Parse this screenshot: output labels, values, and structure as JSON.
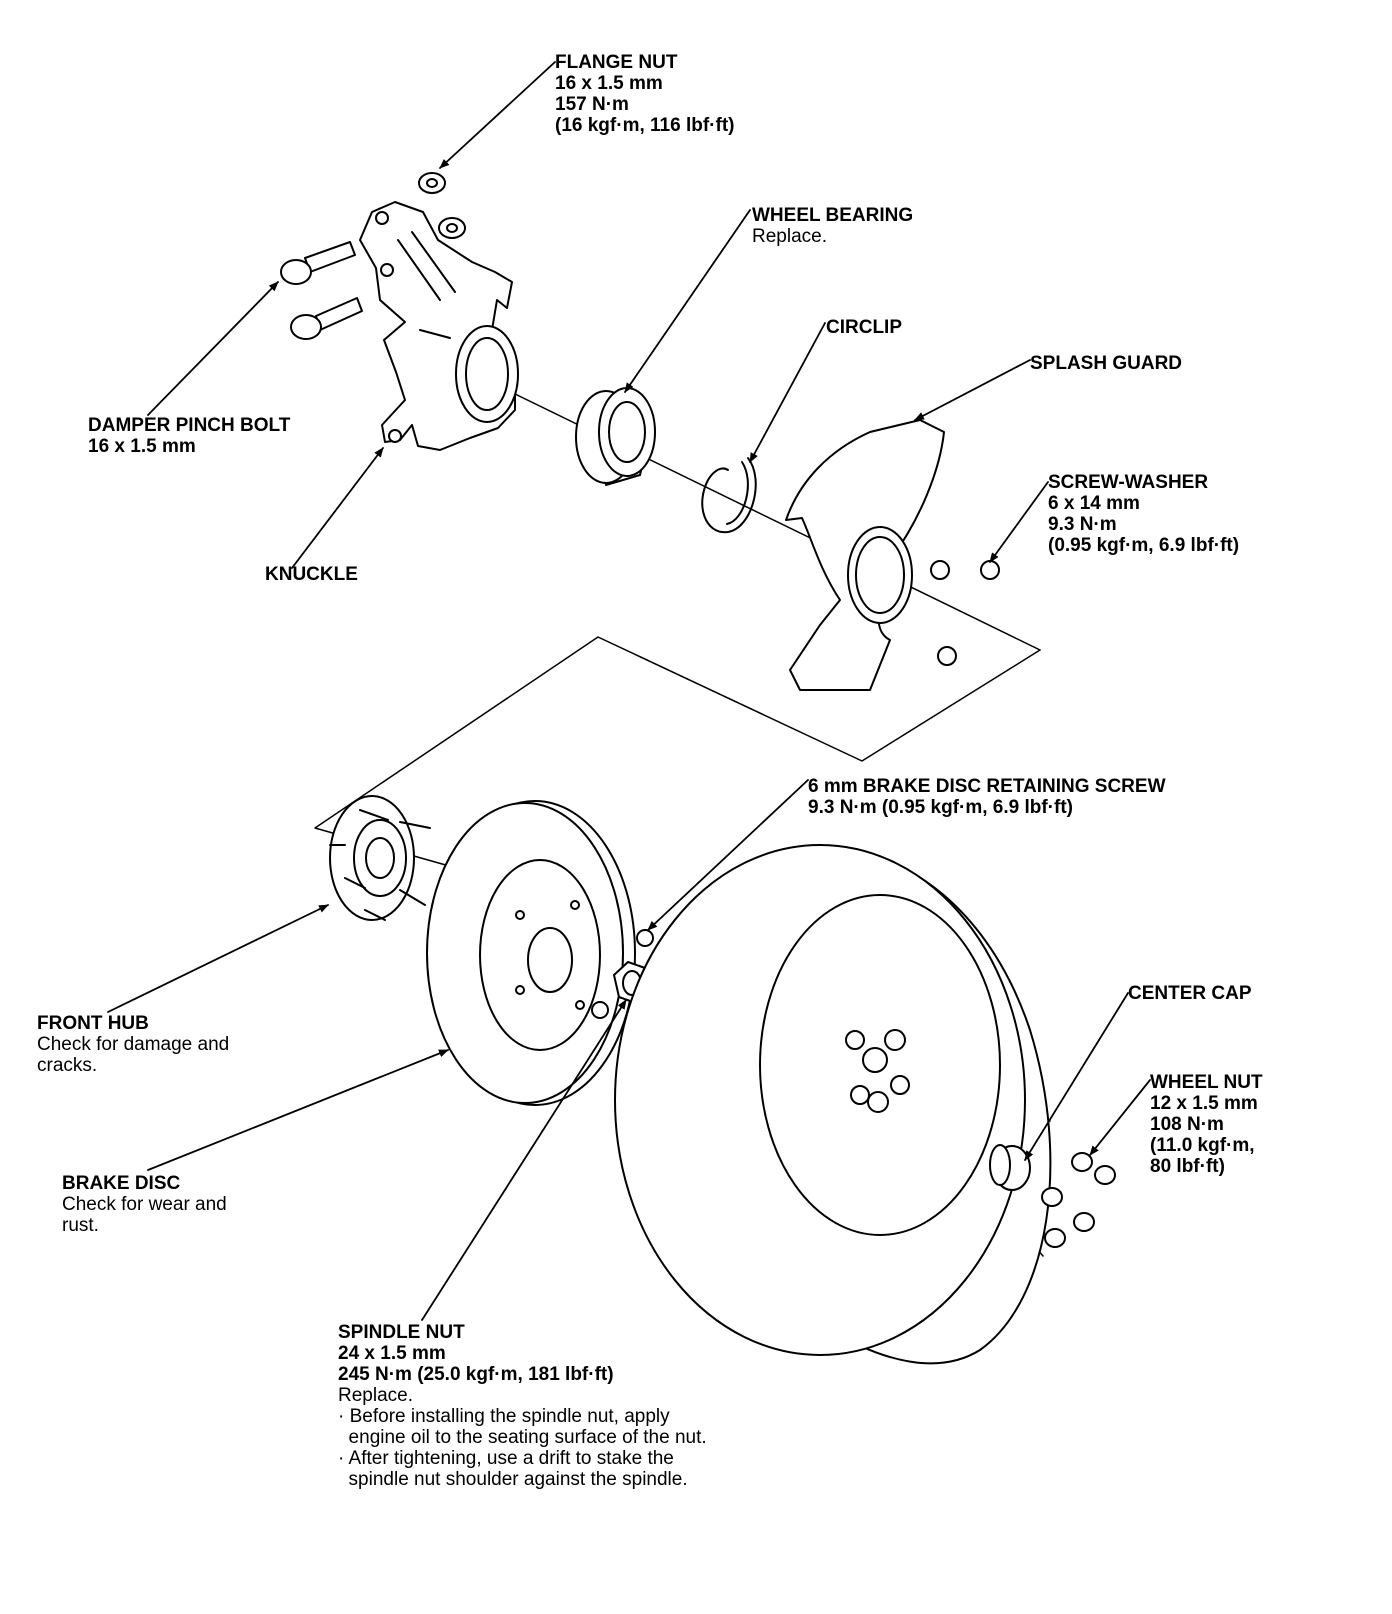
{
  "labels": {
    "flange_nut": {
      "title": "FLANGE NUT",
      "specs": [
        "16 x 1.5 mm",
        "157 N·m",
        "(16 kgf·m, 116 lbf·ft)"
      ]
    },
    "wheel_bearing": {
      "title": "WHEEL BEARING",
      "note": "Replace."
    },
    "circlip": {
      "title": "CIRCLIP"
    },
    "splash_guard": {
      "title": "SPLASH GUARD"
    },
    "damper_pinch_bolt": {
      "title": "DAMPER PINCH BOLT",
      "specs": [
        "16 x 1.5 mm"
      ]
    },
    "screw_washer": {
      "title": "SCREW-WASHER",
      "specs": [
        "6 x 14 mm",
        "9.3 N·m",
        "(0.95 kgf·m, 6.9 lbf·ft)"
      ]
    },
    "knuckle": {
      "title": "KNUCKLE"
    },
    "retaining_screw": {
      "title": "6 mm BRAKE DISC RETAINING SCREW",
      "specs": [
        "9.3 N·m (0.95 kgf·m, 6.9 lbf·ft)"
      ]
    },
    "center_cap": {
      "title": "CENTER CAP"
    },
    "front_hub": {
      "title": "FRONT HUB",
      "notes": [
        "Check for damage and",
        "cracks."
      ]
    },
    "wheel_nut": {
      "title": "WHEEL NUT",
      "specs": [
        "12 x 1.5 mm",
        "108 N·m",
        "(11.0 kgf·m,",
        "80 lbf·ft)"
      ]
    },
    "brake_disc": {
      "title": "BRAKE DISC",
      "notes": [
        "Check for wear and",
        "rust."
      ]
    },
    "spindle_nut": {
      "title": "SPINDLE NUT",
      "specs": [
        "24 x 1.5 mm",
        "245 N·m (25.0 kgf·m, 181 lbf·ft)"
      ],
      "note": "Replace.",
      "bullets": [
        "· Before installing the spindle nut, apply",
        "  engine oil to the seating surface of the nut.",
        "· After tightening, use a drift to stake the",
        "  spindle nut shoulder against the spindle."
      ]
    }
  }
}
